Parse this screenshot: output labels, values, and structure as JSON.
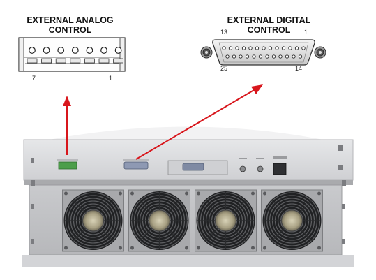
{
  "analog_connector": {
    "title_line1": "EXTERNAL ANALOG",
    "title_line2": "CONTROL",
    "pin_left": "7",
    "pin_right": "1",
    "pin_count": 7
  },
  "digital_connector": {
    "title_line1": "EXTERNAL DIGITAL",
    "title_line2": "CONTROL",
    "pin_top_left": "13",
    "pin_top_right": "1",
    "pin_bottom_left": "25",
    "pin_bottom_right": "14",
    "top_row_pins": 13,
    "bottom_row_pins": 12
  },
  "rear_panel": {
    "fan_count": 4
  },
  "colors": {
    "arrow": "#d8161c",
    "terminal_block": "#4c9e4a",
    "panel": "#d9dadc",
    "fan_grill": "#2b2c2e"
  }
}
